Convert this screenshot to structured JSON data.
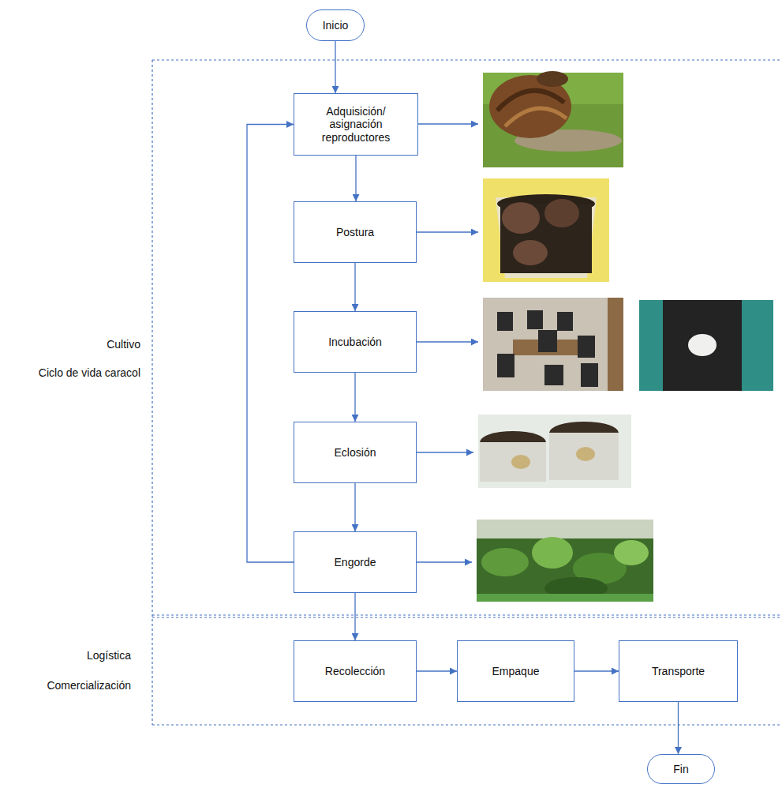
{
  "diagram": {
    "nodes": [
      {
        "text": [
          "Inicio"
        ]
      },
      {
        "text": [
          "Adquisición/ asignación reproductores"
        ]
      },
      {
        "text": [
          "Postura"
        ]
      },
      {
        "text": [
          "Incubación"
        ]
      },
      {
        "text": [
          "Eclosión"
        ]
      },
      {
        "text": [
          "Engorde"
        ]
      },
      {
        "text": [
          "Recolección"
        ]
      },
      {
        "text": [
          "Empaque"
        ]
      },
      {
        "text": [
          "Transporte"
        ]
      },
      {
        "text": [
          "Fin"
        ]
      }
    ],
    "edges": [
      {
        "from": 0,
        "to": 1,
        "arrow": "to"
      },
      {
        "from": 1,
        "to": 2,
        "arrow": "to"
      },
      {
        "from": 2,
        "to": 3,
        "arrow": "to"
      },
      {
        "from": 3,
        "to": 4,
        "arrow": "to"
      },
      {
        "from": 4,
        "to": 5,
        "arrow": "to"
      },
      {
        "from": 5,
        "to": 1,
        "arrow": "to"
      },
      {
        "from": 5,
        "to": 6,
        "arrow": "to"
      },
      {
        "from": 6,
        "to": 7,
        "arrow": "to"
      },
      {
        "from": 7,
        "to": 8,
        "arrow": "to"
      },
      {
        "from": 8,
        "to": 9,
        "arrow": "to"
      }
    ],
    "labels": [
      "Cultivo",
      "Ciclo de vida caracol",
      "Logística",
      "Comercialización"
    ]
  }
}
